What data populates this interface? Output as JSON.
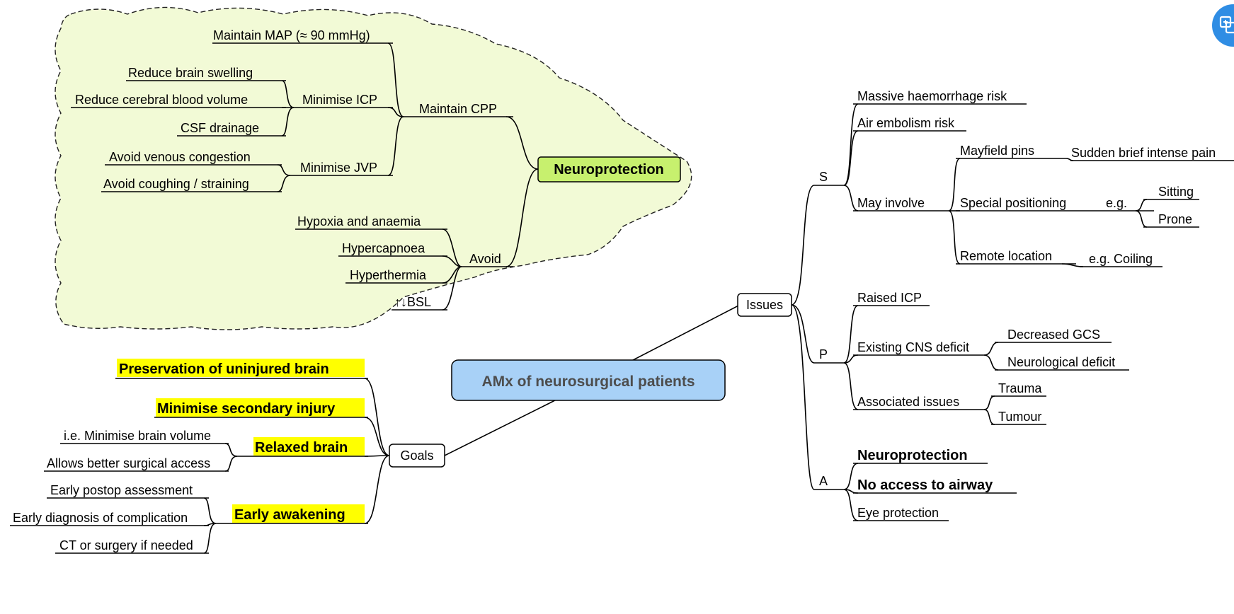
{
  "central": "AMx of neurosurgical patients",
  "colors": {
    "central_fill": "#a8d1f7",
    "cloud_fill": "#f2fad6",
    "neuro_fill": "#c7f06e",
    "highlight": "#ffff00",
    "fab": "#2f8de4"
  },
  "issues": {
    "label": "Issues",
    "S": {
      "label": "S",
      "items": [
        "Massive haemorrhage risk",
        "Air embolism risk",
        "May involve"
      ],
      "may_involve": {
        "mayfield": "Mayfield pins",
        "mayfield_note": "Sudden brief intense pain",
        "positioning": "Special positioning",
        "eg": "e.g.",
        "sitting": "Sitting",
        "prone": "Prone",
        "remote": "Remote location",
        "remote_note": "e.g. Coiling"
      }
    },
    "P": {
      "label": "P",
      "raised_icp": "Raised ICP",
      "cns": "Existing CNS deficit",
      "cns_children": [
        "Decreased GCS",
        "Neurological deficit"
      ],
      "assoc": "Associated issues",
      "assoc_children": [
        "Trauma",
        "Tumour"
      ]
    },
    "A": {
      "label": "A",
      "items": [
        "Neuroprotection",
        "No access to airway",
        "Eye protection"
      ]
    }
  },
  "goals": {
    "label": "Goals",
    "preservation": "Preservation of uninjured brain",
    "minimise": "Minimise secondary injury",
    "relaxed": "Relaxed brain",
    "relaxed_children": [
      "i.e. Minimise brain volume",
      "Allows better surgical access"
    ],
    "early": "Early awakening",
    "early_children": [
      "Early postop assessment",
      "Early diagnosis of complication",
      "CT or surgery if needed"
    ]
  },
  "neuro": {
    "label": "Neuroprotection",
    "cpp": "Maintain CPP",
    "map": "Maintain MAP (≈ 90 mmHg)",
    "icp": "Minimise ICP",
    "icp_children": [
      "Reduce brain swelling",
      "Reduce cerebral blood volume",
      "CSF drainage"
    ],
    "jvp": "Minimise JVP",
    "jvp_children": [
      "Avoid venous congestion",
      "Avoid coughing / straining"
    ],
    "avoid": "Avoid",
    "avoid_children": [
      "Hypoxia and anaemia",
      "Hypercapnoea",
      "Hyperthermia",
      "↑↓BSL"
    ]
  }
}
